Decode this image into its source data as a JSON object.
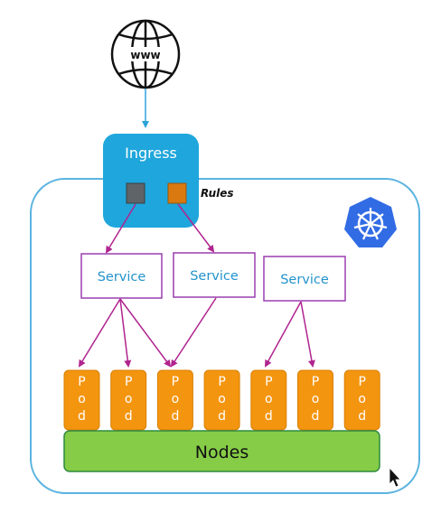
{
  "globe": {
    "label": "www"
  },
  "ingress": {
    "label": "Ingress",
    "rules_label": "Rules"
  },
  "services": [
    {
      "label": "Service"
    },
    {
      "label": "Service"
    },
    {
      "label": "Service"
    }
  ],
  "pod": {
    "letters": [
      "P",
      "o",
      "d"
    ],
    "count": 7
  },
  "nodes": {
    "label": "Nodes"
  },
  "kubernetes": {
    "icon": "helm-wheel-icon",
    "color": "#326ce5"
  },
  "colors": {
    "cluster_border": "#5ab3e0",
    "arrow_blue": "#2ba3da",
    "ingress_fill": "#1fa6dc",
    "rule_gray": "#5f6468",
    "rule_orange": "#d9790f",
    "service_border": "#9a3fb0",
    "service_text": "#2393cc",
    "arrow_magenta": "#b0248f",
    "pod_fill": "#f4950f",
    "nodes_fill": "#86cc47",
    "nodes_border": "#2f8a3f"
  },
  "icons": {
    "cursor": "mouse-pointer-icon",
    "globe": "globe-icon"
  }
}
